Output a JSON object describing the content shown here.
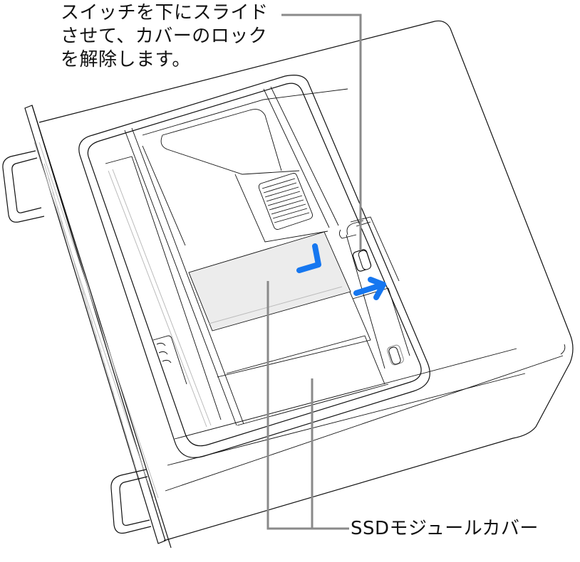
{
  "figure": {
    "callouts": [
      {
        "id": "switch",
        "lines": [
          "スイッチを下にスライド",
          "させて、カバーのロック",
          "を解除します。"
        ]
      },
      {
        "id": "ssd_cover",
        "label": "SSDモジュールカバー"
      }
    ],
    "colors": {
      "accent_arrow": "#1677f0",
      "leader_line": "#8a8a8a",
      "ssd_cover_fill": "#ececec",
      "outline": "#111111"
    }
  }
}
